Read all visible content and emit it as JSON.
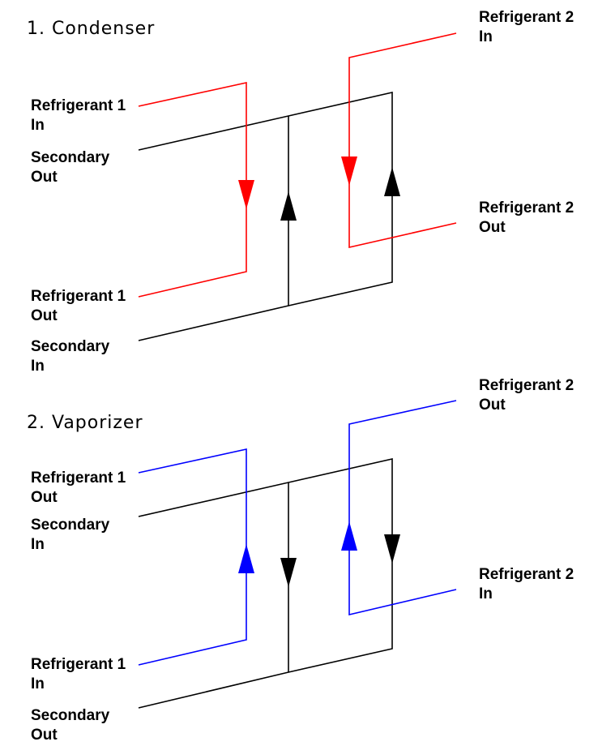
{
  "colors": {
    "condenser": "#ff0000",
    "vaporizer": "#0000ff",
    "secondary": "#000000"
  },
  "condenser": {
    "title": "1.  Condenser",
    "ref1_top": [
      "Refrigerant 1",
      "In"
    ],
    "sec_top": [
      "Secondary",
      "Out"
    ],
    "ref1_bottom": [
      "Refrigerant 1",
      "Out"
    ],
    "sec_bottom": [
      "Secondary",
      "In"
    ],
    "ref2_top": [
      "Refrigerant 2",
      "In"
    ],
    "ref2_mid": [
      "Refrigerant 2",
      "Out"
    ]
  },
  "vaporizer": {
    "title": "2.  Vaporizer",
    "ref1_top": [
      "Refrigerant 1",
      "Out"
    ],
    "sec_top": [
      "Secondary",
      "In"
    ],
    "ref1_bottom": [
      "Refrigerant 1",
      "In"
    ],
    "sec_bottom": [
      "Secondary",
      "Out"
    ],
    "ref2_top": [
      "Refrigerant 2",
      "Out"
    ],
    "ref2_mid": [
      "Refrigerant 2",
      "In"
    ]
  }
}
